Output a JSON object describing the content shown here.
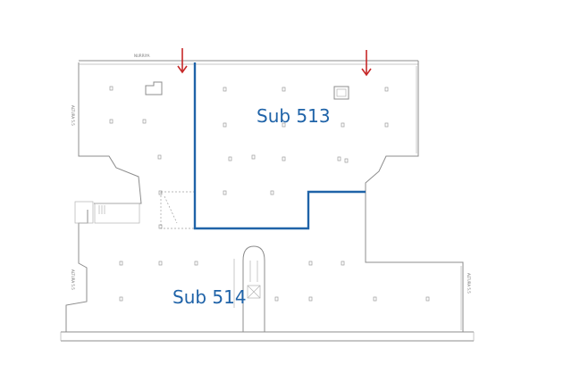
{
  "diagram": {
    "units": [
      {
        "label": "Sub 513"
      },
      {
        "label": "Sub 514"
      }
    ],
    "small_labels": {
      "top_street": "NURRIYA",
      "left_upper": "ALTURA 5.5",
      "left_lower": "ALTURA 5.5",
      "right_lower": "ALTURA 5.5"
    },
    "colors": {
      "boundary": "#1f63a8",
      "arrow": "#c62828",
      "walls": "#8c8c8c"
    },
    "icons": [
      "down-arrow-icon",
      "down-arrow-icon"
    ]
  }
}
